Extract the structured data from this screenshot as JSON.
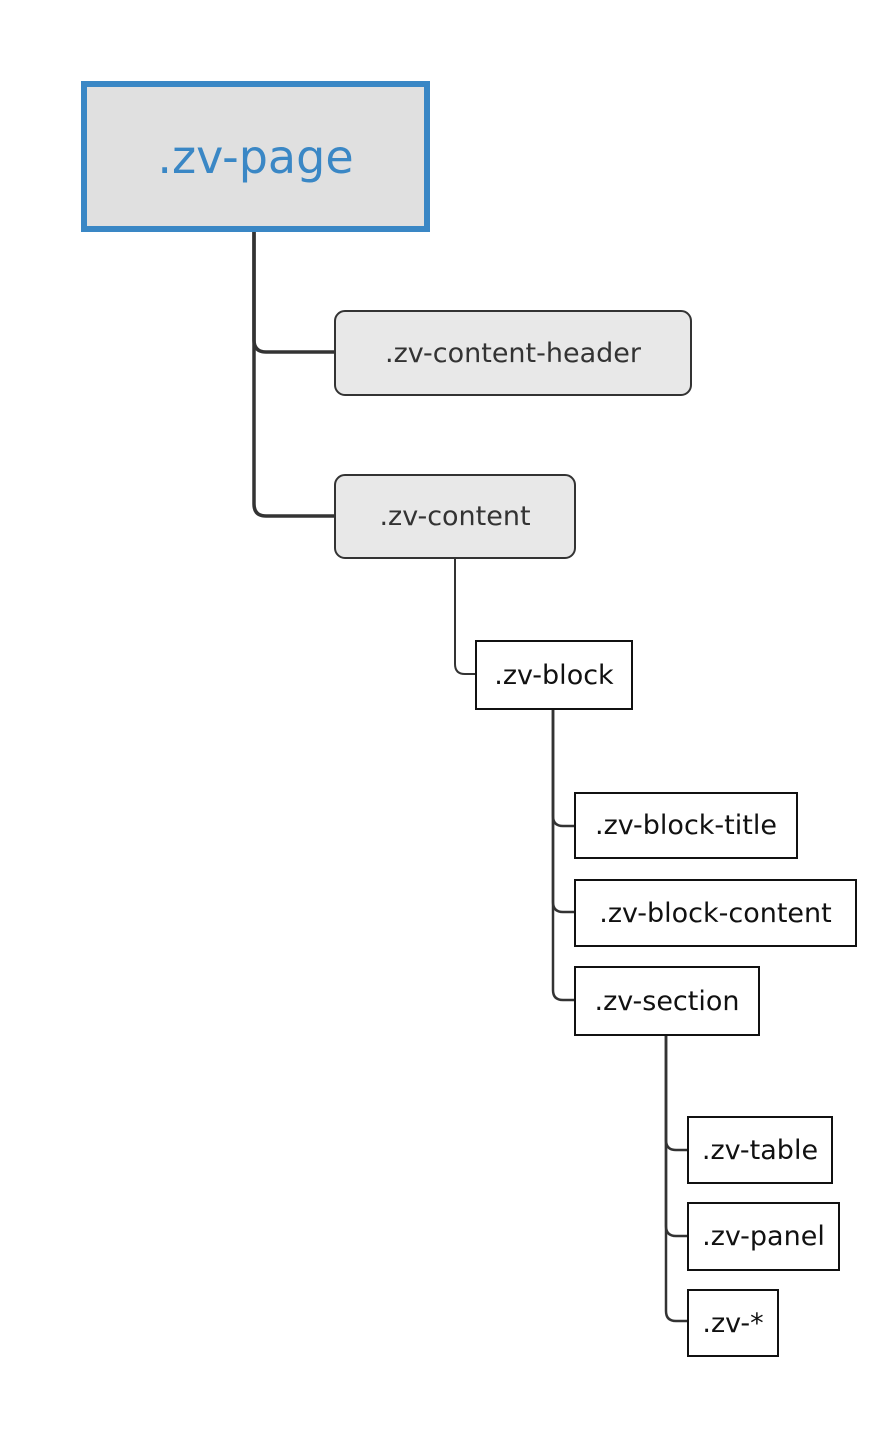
{
  "diagram": {
    "nodes": {
      "zv_page": ".zv-page",
      "zv_content_header": ".zv-content-header",
      "zv_content": ".zv-content",
      "zv_block": ".zv-block",
      "zv_block_title": ".zv-block-title",
      "zv_block_content": ".zv-block-content",
      "zv_section": ".zv-section",
      "zv_table": ".zv-table",
      "zv_panel": ".zv-panel",
      "zv_any": ".zv-*"
    },
    "edges": [
      {
        "from": "zv_page",
        "to": "zv_content_header"
      },
      {
        "from": "zv_page",
        "to": "zv_content"
      },
      {
        "from": "zv_content",
        "to": "zv_block"
      },
      {
        "from": "zv_block",
        "to": "zv_block_title"
      },
      {
        "from": "zv_block",
        "to": "zv_block_content"
      },
      {
        "from": "zv_block",
        "to": "zv_section"
      },
      {
        "from": "zv_section",
        "to": "zv_table"
      },
      {
        "from": "zv_section",
        "to": "zv_panel"
      },
      {
        "from": "zv_section",
        "to": "zv_any"
      }
    ],
    "colors": {
      "root_border": "#3a87c5",
      "root_text": "#3a87c5",
      "root_fill": "#e0e0e0",
      "rounded_fill": "#e8e8e8",
      "line": "#333333"
    }
  }
}
